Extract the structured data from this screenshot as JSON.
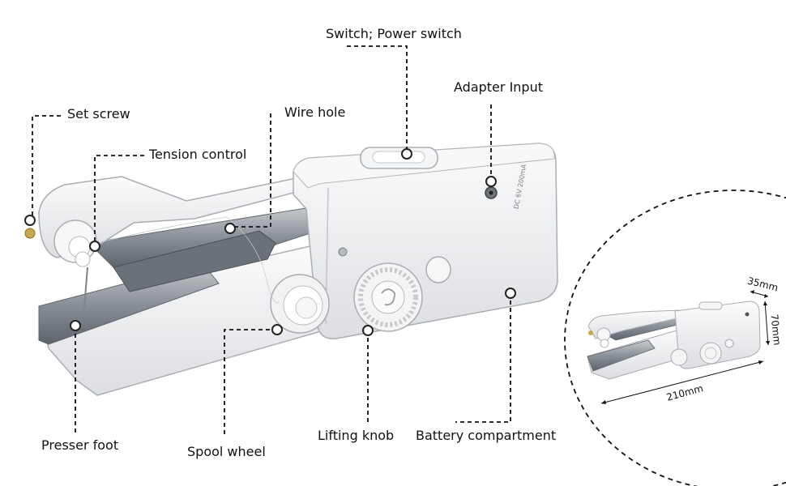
{
  "labels": {
    "switch": "Switch; Power switch",
    "adapter": "Adapter Input",
    "set_screw": "Set screw",
    "wire_hole": "Wire hole",
    "tension": "Tension control",
    "presser": "Presser foot",
    "spool": "Spool wheel",
    "lifting": "Lifting knob",
    "battery": "Battery compartment"
  },
  "dimensions": {
    "depth": "35mm",
    "height": "70mm",
    "length": "210mm"
  },
  "device_markings": "DC 6V 200mA",
  "colors": {
    "body": "#f1f2f3",
    "outline": "#a9adb2",
    "metal": "#8d949b",
    "leader": "#111111"
  }
}
